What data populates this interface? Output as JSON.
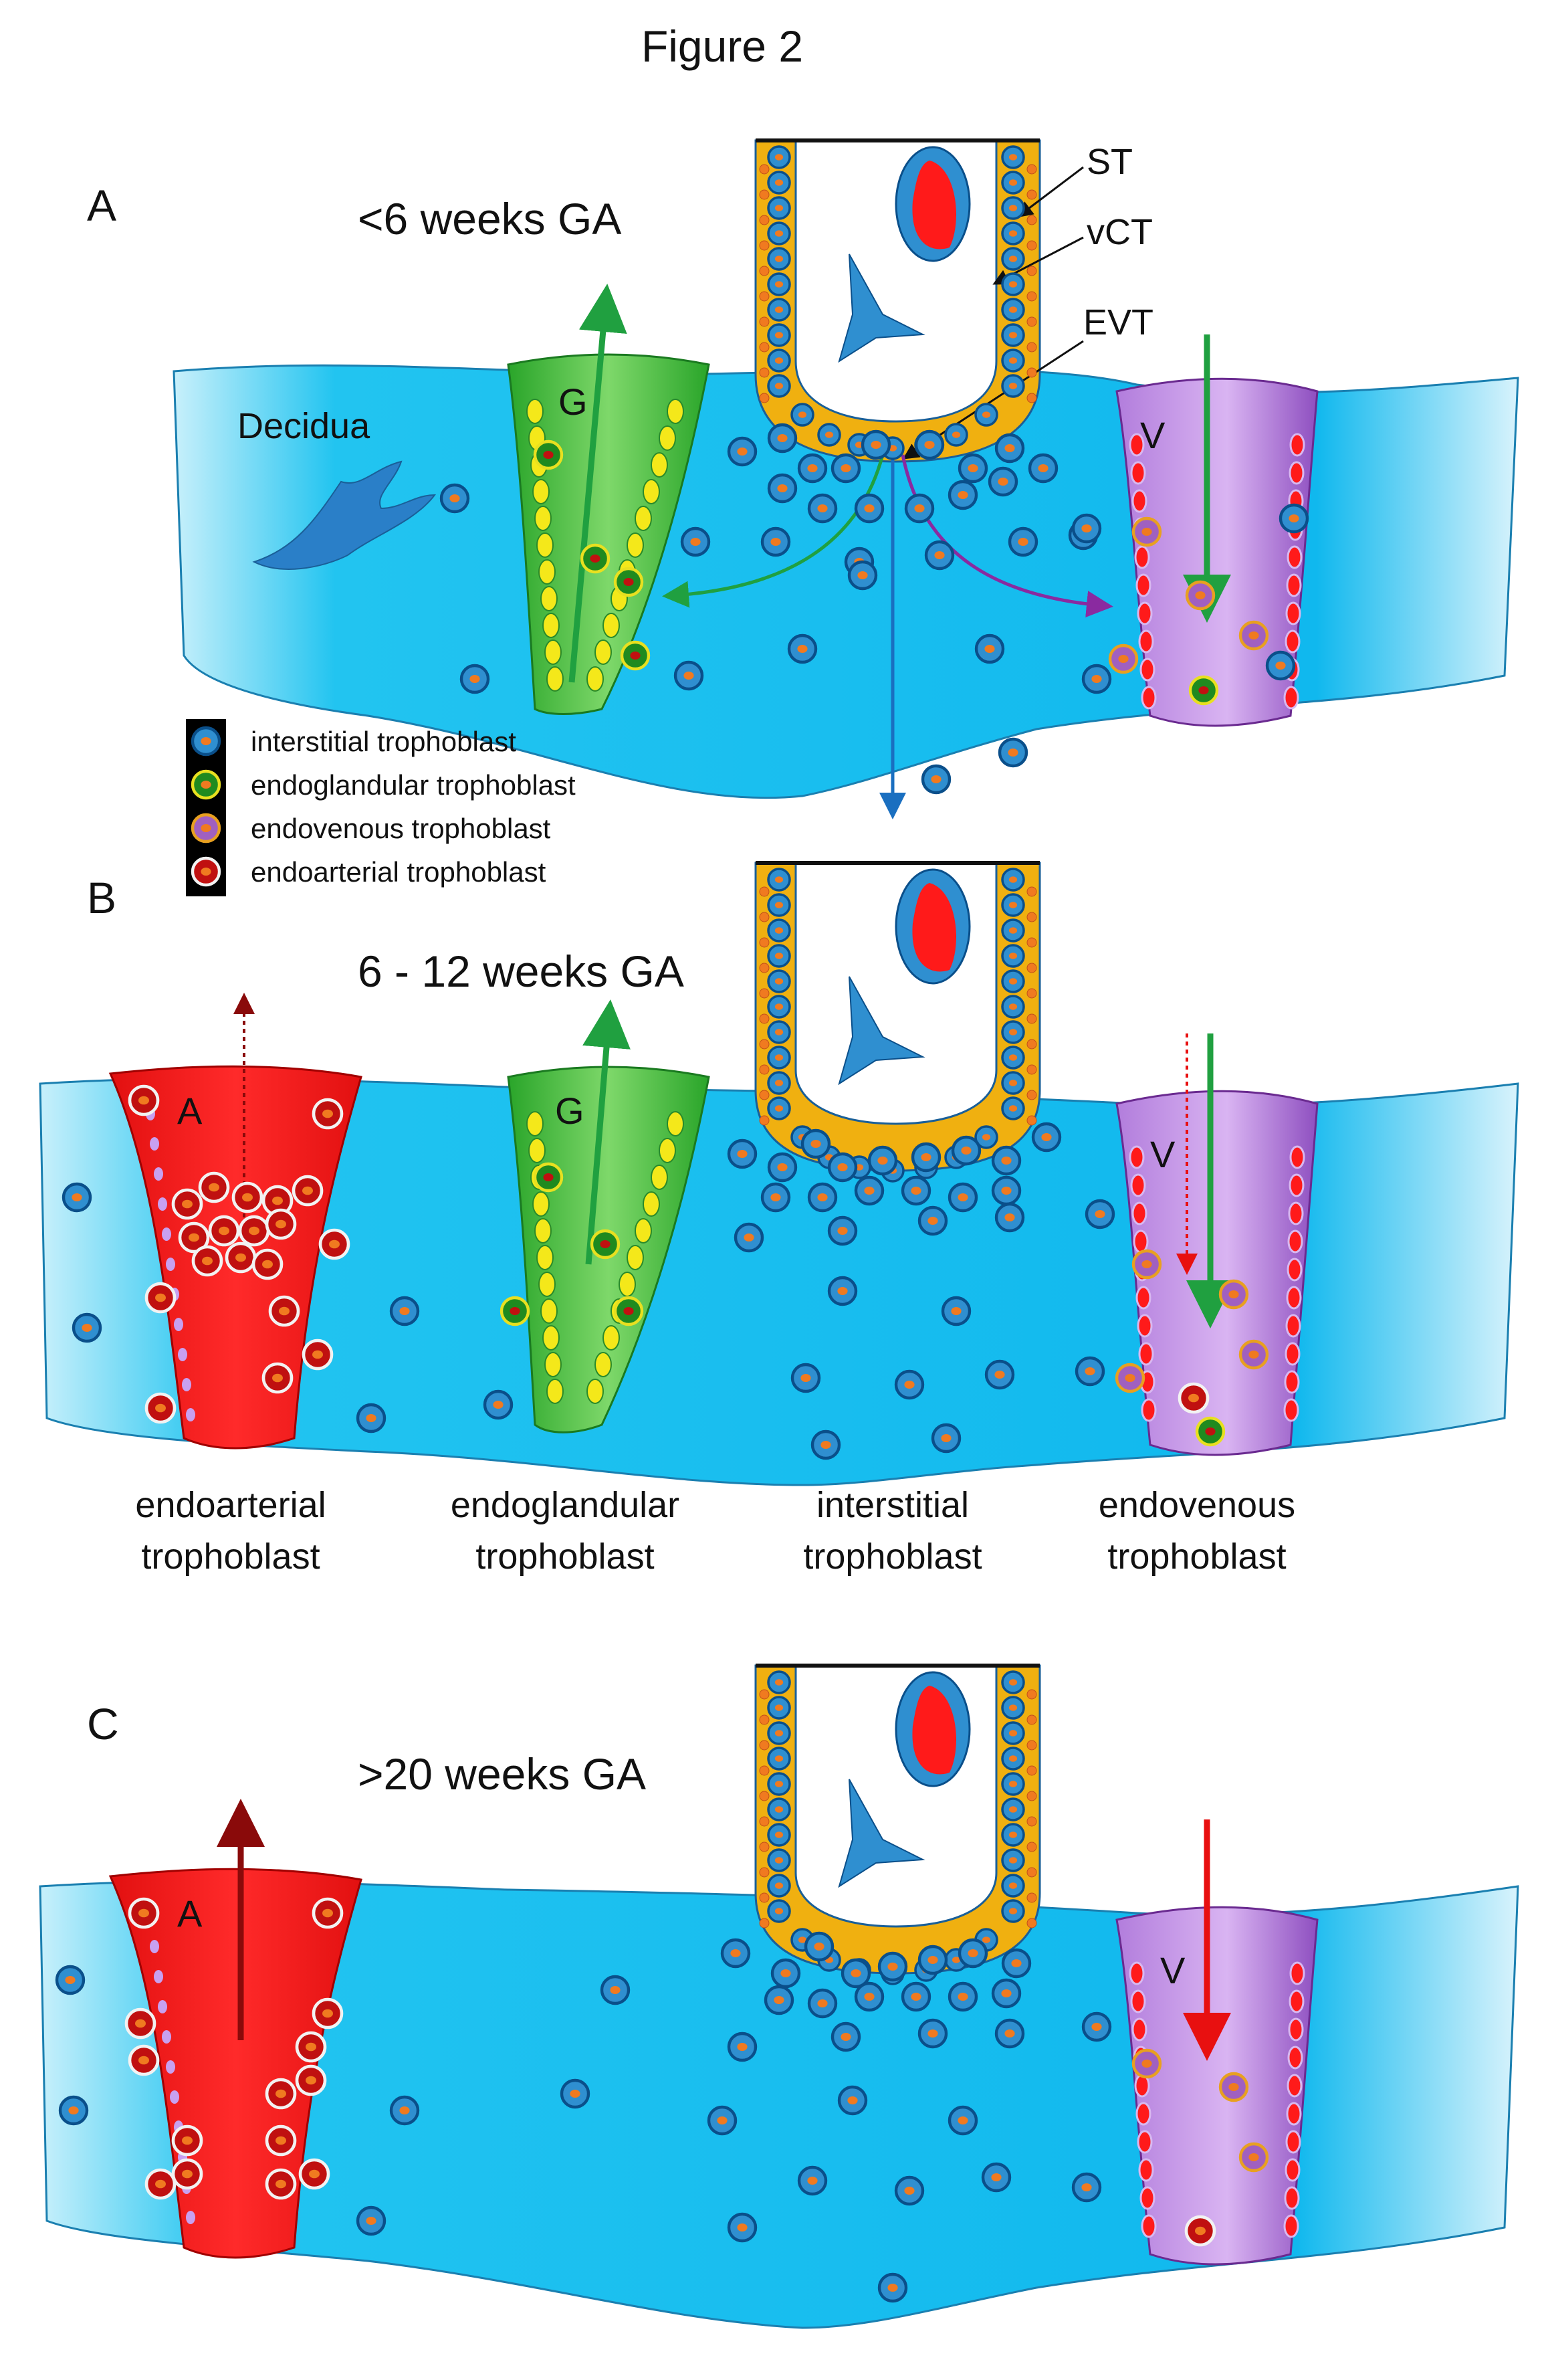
{
  "figure_title": "Figure 2",
  "panels": [
    {
      "letter": "A",
      "stage": "<6 weeks GA"
    },
    {
      "letter": "B",
      "stage": "6 - 12 weeks GA"
    },
    {
      "letter": "C",
      "stage": ">20 weeks GA"
    }
  ],
  "labels": {
    "decidua": "Decidua",
    "gland": "G",
    "vein": "V",
    "artery": "A",
    "st": "ST",
    "vct": "vCT",
    "evt": "EVT"
  },
  "legend": [
    {
      "label": "interstitial trophoblast",
      "fill": "#2f8fd0",
      "ring": "#0a4f8a"
    },
    {
      "label": "endoglandular trophoblast",
      "fill": "#1f8a1f",
      "ring": "#e8e020"
    },
    {
      "label": "endovenous trophoblast",
      "fill": "#a060c0",
      "ring": "#e8a020"
    },
    {
      "label": "endoarterial trophoblast",
      "fill": "#c01010",
      "ring": "#f2f2f2"
    }
  ],
  "captions": [
    {
      "line1": "endoarterial",
      "line2": "trophoblast"
    },
    {
      "line1": "endoglandular",
      "line2": "trophoblast"
    },
    {
      "line1": "interstitial",
      "line2": "trophoblast"
    },
    {
      "line1": "endovenous",
      "line2": "trophoblast"
    }
  ],
  "colors": {
    "decidua": "#13c3f0",
    "gland": "#3fbf2f",
    "vein": "#b070d8",
    "artery": "#e81010",
    "villus_border": "#f0b010",
    "arrow_green": "#20a040",
    "arrow_purple": "#8a2aa0",
    "arrow_blue": "#1a6fc0",
    "arrow_darkred": "#8a0a0a",
    "arrow_red": "#e81010"
  }
}
